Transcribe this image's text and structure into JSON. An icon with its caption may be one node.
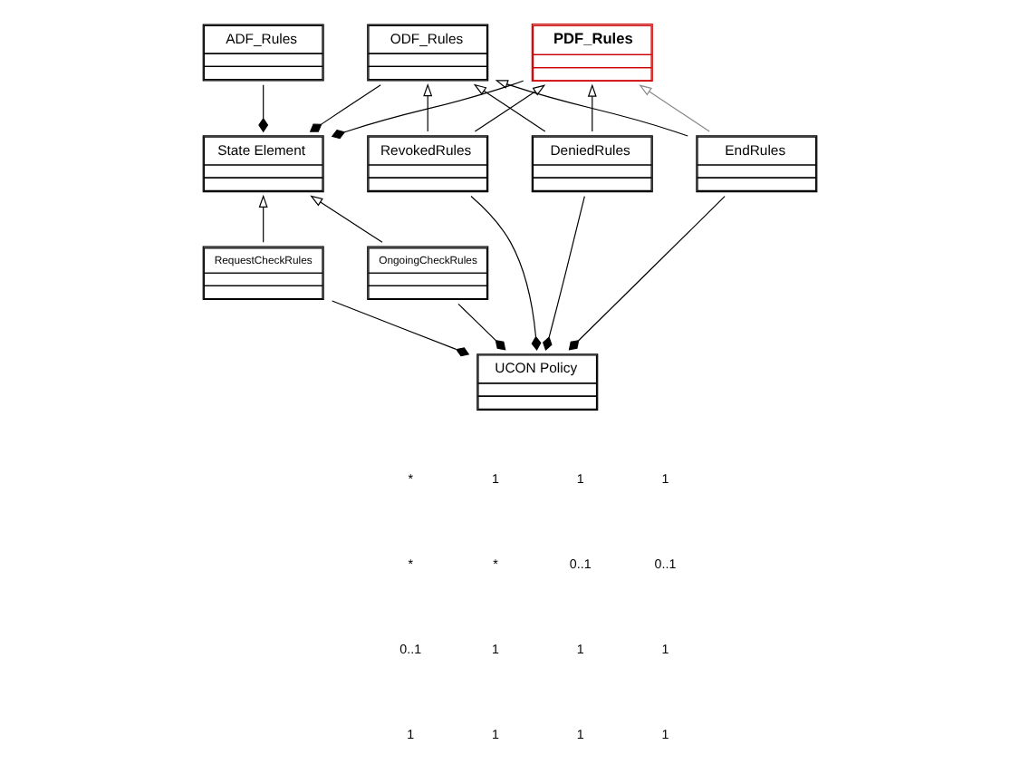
{
  "diagram": {
    "nodes": [
      {
        "text": [
          "PDF_Rules"
        ]
      },
      {
        "text": [
          "State Element"
        ]
      },
      {
        "text": [
          "ADF_Rules"
        ]
      },
      {
        "text": [
          "ODF_Rules"
        ]
      },
      {
        "text": [
          "OngoingCheckRules"
        ]
      },
      {
        "text": [
          "RequestCheckRules"
        ]
      },
      {
        "text": [
          "RevokedRules"
        ]
      },
      {
        "text": [
          "DeniedRules"
        ]
      },
      {
        "text": [
          "EndRules"
        ]
      },
      {
        "text": [
          "UCON Policy"
        ]
      }
    ],
    "edges": [
      {
        "from": 0,
        "to": 1,
        "arrow": "other"
      },
      {
        "from": 3,
        "to": 1,
        "arrow": "other"
      },
      {
        "from": 2,
        "to": 1,
        "arrow": "other"
      },
      {
        "from": 6,
        "to": 3,
        "arrow": "to"
      },
      {
        "from": 7,
        "to": 3,
        "arrow": "to"
      },
      {
        "from": 8,
        "to": 3,
        "arrow": "to"
      },
      {
        "from": 6,
        "to": 0,
        "arrow": "to"
      },
      {
        "from": 7,
        "to": 0,
        "arrow": "to"
      },
      {
        "from": 8,
        "to": 0,
        "arrow": "to",
        "color": "#888888"
      },
      {
        "from": 4,
        "to": 1,
        "arrow": "to"
      },
      {
        "from": 5,
        "to": 1,
        "arrow": "to"
      },
      {
        "from": 6,
        "to": 9,
        "arrow": "other"
      },
      {
        "from": 7,
        "to": 9,
        "arrow": "other"
      },
      {
        "from": 8,
        "to": 9,
        "arrow": "other"
      },
      {
        "from": 5,
        "to": 9,
        "arrow": "other"
      },
      {
        "from": 4,
        "to": 9,
        "arrow": "other"
      }
    ],
    "labels": [
      "*",
      "1",
      "1",
      "1",
      "*",
      "*",
      "0..1",
      "0..1",
      "0..1",
      "1",
      "1",
      "1",
      "1",
      "1",
      "1",
      "1"
    ]
  }
}
